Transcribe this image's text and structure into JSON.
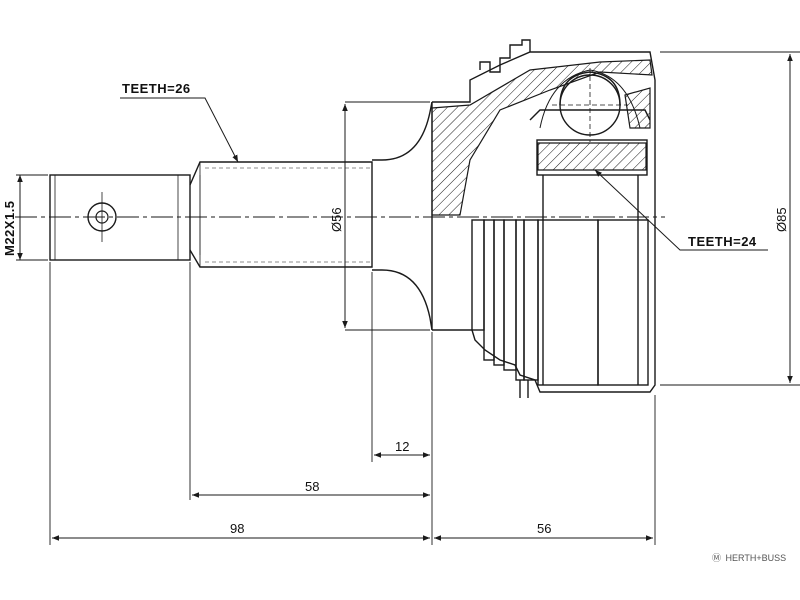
{
  "callouts": {
    "shaft_teeth": "TEETH=26",
    "joint_teeth": "TEETH=24"
  },
  "dimensions": {
    "thread": "M22X1.5",
    "shaft_diameter": "Ø56",
    "outer_diameter": "Ø85",
    "flange_width": "12",
    "spline_length": "58",
    "shaft_length": "98",
    "joint_length": "56"
  },
  "brand": {
    "text": "HERTH+BUSS",
    "mark": "Ⓜ"
  },
  "colors": {
    "line": "#1a1a1a",
    "background": "#ffffff"
  }
}
